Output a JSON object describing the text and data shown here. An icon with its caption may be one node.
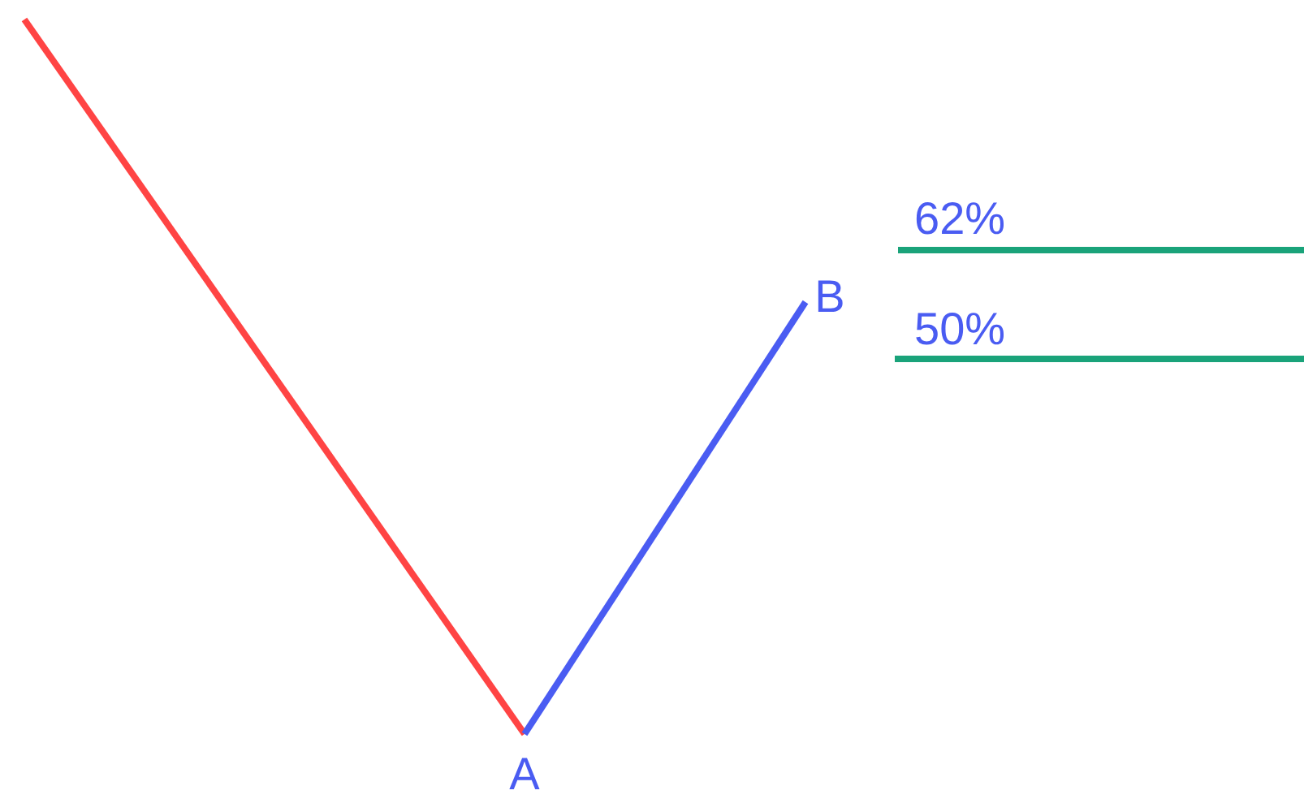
{
  "diagram": {
    "nodes": [
      {
        "text": [
          "A"
        ]
      },
      {
        "text": [
          "B"
        ]
      }
    ],
    "edges": [
      {
        "from": null,
        "to": 0,
        "arrow": "none",
        "color": "#ff4444"
      },
      {
        "from": 0,
        "to": 1,
        "arrow": "none",
        "color": "#4a5cf2"
      }
    ],
    "labels": [
      "62%",
      "50%"
    ]
  }
}
